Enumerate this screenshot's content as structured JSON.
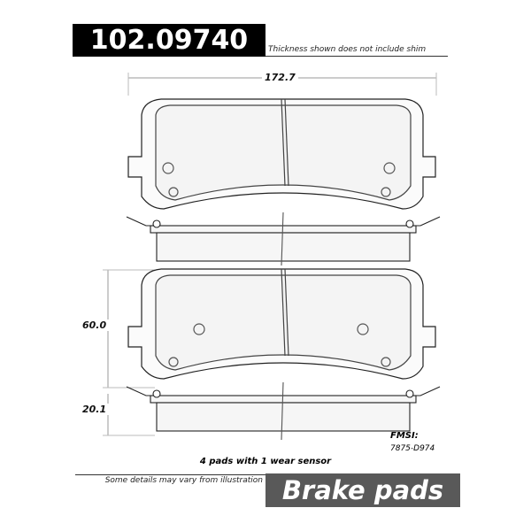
{
  "header": {
    "part_number": "102.09740",
    "note": "Thickness shown does not include shim"
  },
  "dimensions": {
    "width": "172.7",
    "height": "60.0",
    "thickness": "20.1"
  },
  "fmsi": {
    "label": "FMSI:",
    "code": "7875-D974"
  },
  "summary": "4 pads with 1 wear sensor",
  "footer": {
    "disclaimer": "Some details may vary from illustration",
    "product_type": "Brake pads"
  },
  "colors": {
    "banner": "#000000",
    "type_box": "#595959"
  }
}
